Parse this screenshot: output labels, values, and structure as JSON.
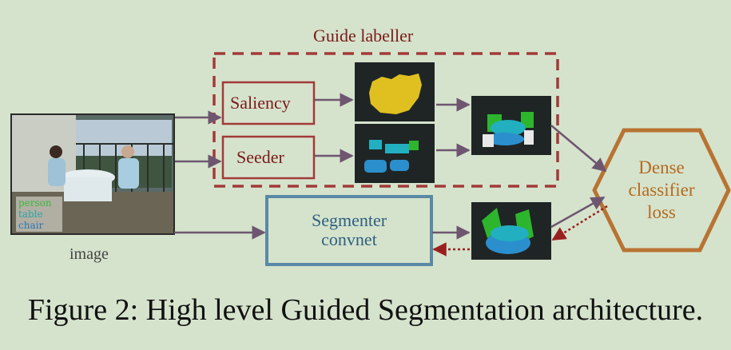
{
  "guide_labeller": {
    "title": "Guide labeller"
  },
  "boxes": {
    "saliency": "Saliency",
    "seeder": "Seeder",
    "segmenter_line1": "Segmenter",
    "segmenter_line2": "convnet",
    "dense_line1": "Dense",
    "dense_line2": "classifier",
    "dense_line3": "loss"
  },
  "image": {
    "label": "image",
    "legend": [
      {
        "text": "person",
        "color": "#3cb83c"
      },
      {
        "text": "table",
        "color": "#2aa5a5"
      },
      {
        "text": "chair",
        "color": "#2a78b8"
      }
    ]
  },
  "colors": {
    "background": "#d5e3cc",
    "guide_red": "#7a1a1a",
    "box_red": "#a33a3a",
    "segmenter_blue": "#5a89a6",
    "dense_orange": "#b87332",
    "arrow_purple": "#6e5670"
  },
  "caption": "Figure 2: High level Guided Segmentation architecture."
}
